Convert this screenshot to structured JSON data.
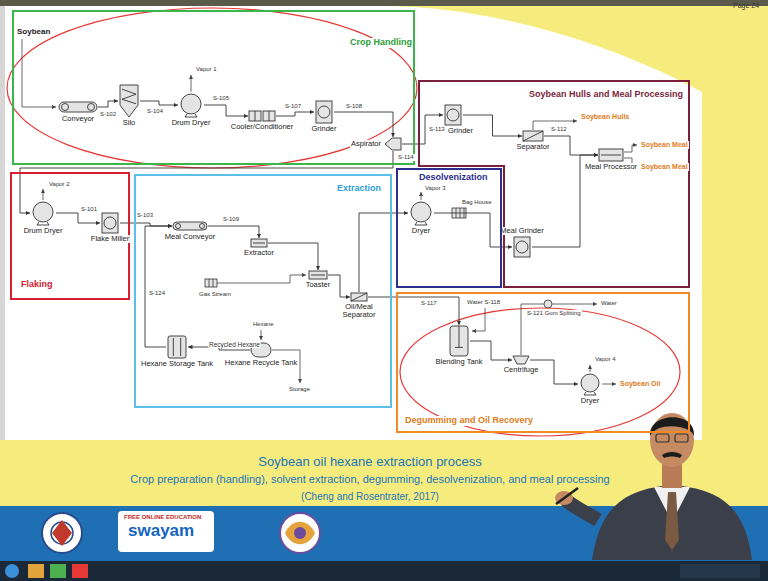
{
  "diagram": {
    "title": "Soybean oil hexane extraction process",
    "caption": "Crop preparation (handling), solvent extraction, degumming, desolvenization, and meal processing",
    "nodes": [
      {
        "text": [
          "Crop Handling"
        ]
      },
      {
        "text": [
          "Conveyor"
        ],
        "in": 0
      },
      {
        "text": [
          "Silo"
        ],
        "in": 0
      },
      {
        "text": [
          "Drum Dryer"
        ],
        "in": 0
      },
      {
        "text": [
          "Cooler/Conditioner"
        ],
        "in": 0
      },
      {
        "text": [
          "Grinder"
        ],
        "in": 0
      },
      {
        "text": [
          "Aspirator"
        ],
        "in": 0
      },
      {
        "text": [
          "Soybean Hulls and Meal Processing"
        ]
      },
      {
        "text": [
          "Hull Grinder"
        ],
        "in": 7
      },
      {
        "text": [
          "Separator"
        ],
        "in": 7
      },
      {
        "text": [
          "Meal Processor"
        ],
        "in": 7
      },
      {
        "text": [
          "Meal Grinder"
        ],
        "in": 7
      },
      {
        "text": [
          "Flaking"
        ]
      },
      {
        "text": [
          "Drum Dryer"
        ],
        "in": 12
      },
      {
        "text": [
          "Flake Miller"
        ],
        "in": 12
      },
      {
        "text": [
          "Extraction"
        ]
      },
      {
        "text": [
          "Meal Conveyor"
        ],
        "in": 15
      },
      {
        "text": [
          "Extractor"
        ],
        "in": 15
      },
      {
        "text": [
          "Toaster"
        ],
        "in": 15
      },
      {
        "text": [
          "Oil/Meal Separator"
        ],
        "in": 15
      },
      {
        "text": [
          "Hexane Storage Tank"
        ],
        "in": 15
      },
      {
        "text": [
          "Hexane Recycle Tank"
        ],
        "in": 15
      },
      {
        "text": [
          "Desolvenization"
        ]
      },
      {
        "text": [
          "Dryer"
        ],
        "in": 22
      },
      {
        "text": [
          "Degumming and Oil Recovery"
        ]
      },
      {
        "text": [
          "Blending Tank"
        ],
        "in": 24
      },
      {
        "text": [
          "Centrifuge"
        ],
        "in": 24
      },
      {
        "text": [
          "Dryer"
        ],
        "in": 24
      }
    ],
    "edges": [
      {
        "from": 1,
        "to": 2,
        "arrow": "to"
      },
      {
        "from": 2,
        "to": 3,
        "arrow": "to"
      },
      {
        "from": 3,
        "to": 4,
        "arrow": "to"
      },
      {
        "from": 4,
        "to": 5,
        "arrow": "to"
      },
      {
        "from": 5,
        "to": 6,
        "arrow": "to"
      },
      {
        "from": 6,
        "to": 8,
        "arrow": "to"
      },
      {
        "from": 8,
        "to": 9,
        "arrow": "to"
      },
      {
        "from": 9,
        "to": 10,
        "arrow": "to"
      },
      {
        "from": 6,
        "to": 13,
        "arrow": "to"
      },
      {
        "from": 13,
        "to": 14,
        "arrow": "to"
      },
      {
        "from": 14,
        "to": 16,
        "arrow": "to"
      },
      {
        "from": 16,
        "to": 17,
        "arrow": "to"
      },
      {
        "from": 17,
        "to": 18,
        "arrow": "to"
      },
      {
        "from": 18,
        "to": 19,
        "arrow": "to"
      },
      {
        "from": 19,
        "to": 23,
        "arrow": "to"
      },
      {
        "from": 23,
        "to": 11,
        "arrow": "to"
      },
      {
        "from": 11,
        "to": 10,
        "arrow": "to"
      },
      {
        "from": 19,
        "to": 25,
        "arrow": "to"
      },
      {
        "from": 25,
        "to": 26,
        "arrow": "to"
      },
      {
        "from": 26,
        "to": 27,
        "arrow": "to"
      },
      {
        "from": 20,
        "to": 16,
        "arrow": "to"
      },
      {
        "from": 21,
        "to": 20,
        "label": "Recycled Hexane",
        "arrow": "to"
      }
    ],
    "labels": [
      "Page 24",
      "Soybean",
      "Vapor 1",
      "S-102",
      "S-104",
      "S-105",
      "S-107",
      "S-108",
      "S-113",
      "S-114",
      "S-112",
      "Soybean Hulls",
      "Soybean Meal",
      "Soybean Meal",
      "Vapor 2",
      "S-101",
      "S-103",
      "S-109",
      "Vapor 3",
      "Bag House",
      "Gas Stream",
      "Hexane",
      "Storage",
      "S-124",
      "Water S-118",
      "S-117",
      "S-121 Gum Splitting",
      "Water",
      "Vapor 4",
      "Soybean Oil",
      "(Cheng and Rosentrater, 2017)",
      "FREE ONLINE EDUCATION",
      "swayam"
    ]
  }
}
